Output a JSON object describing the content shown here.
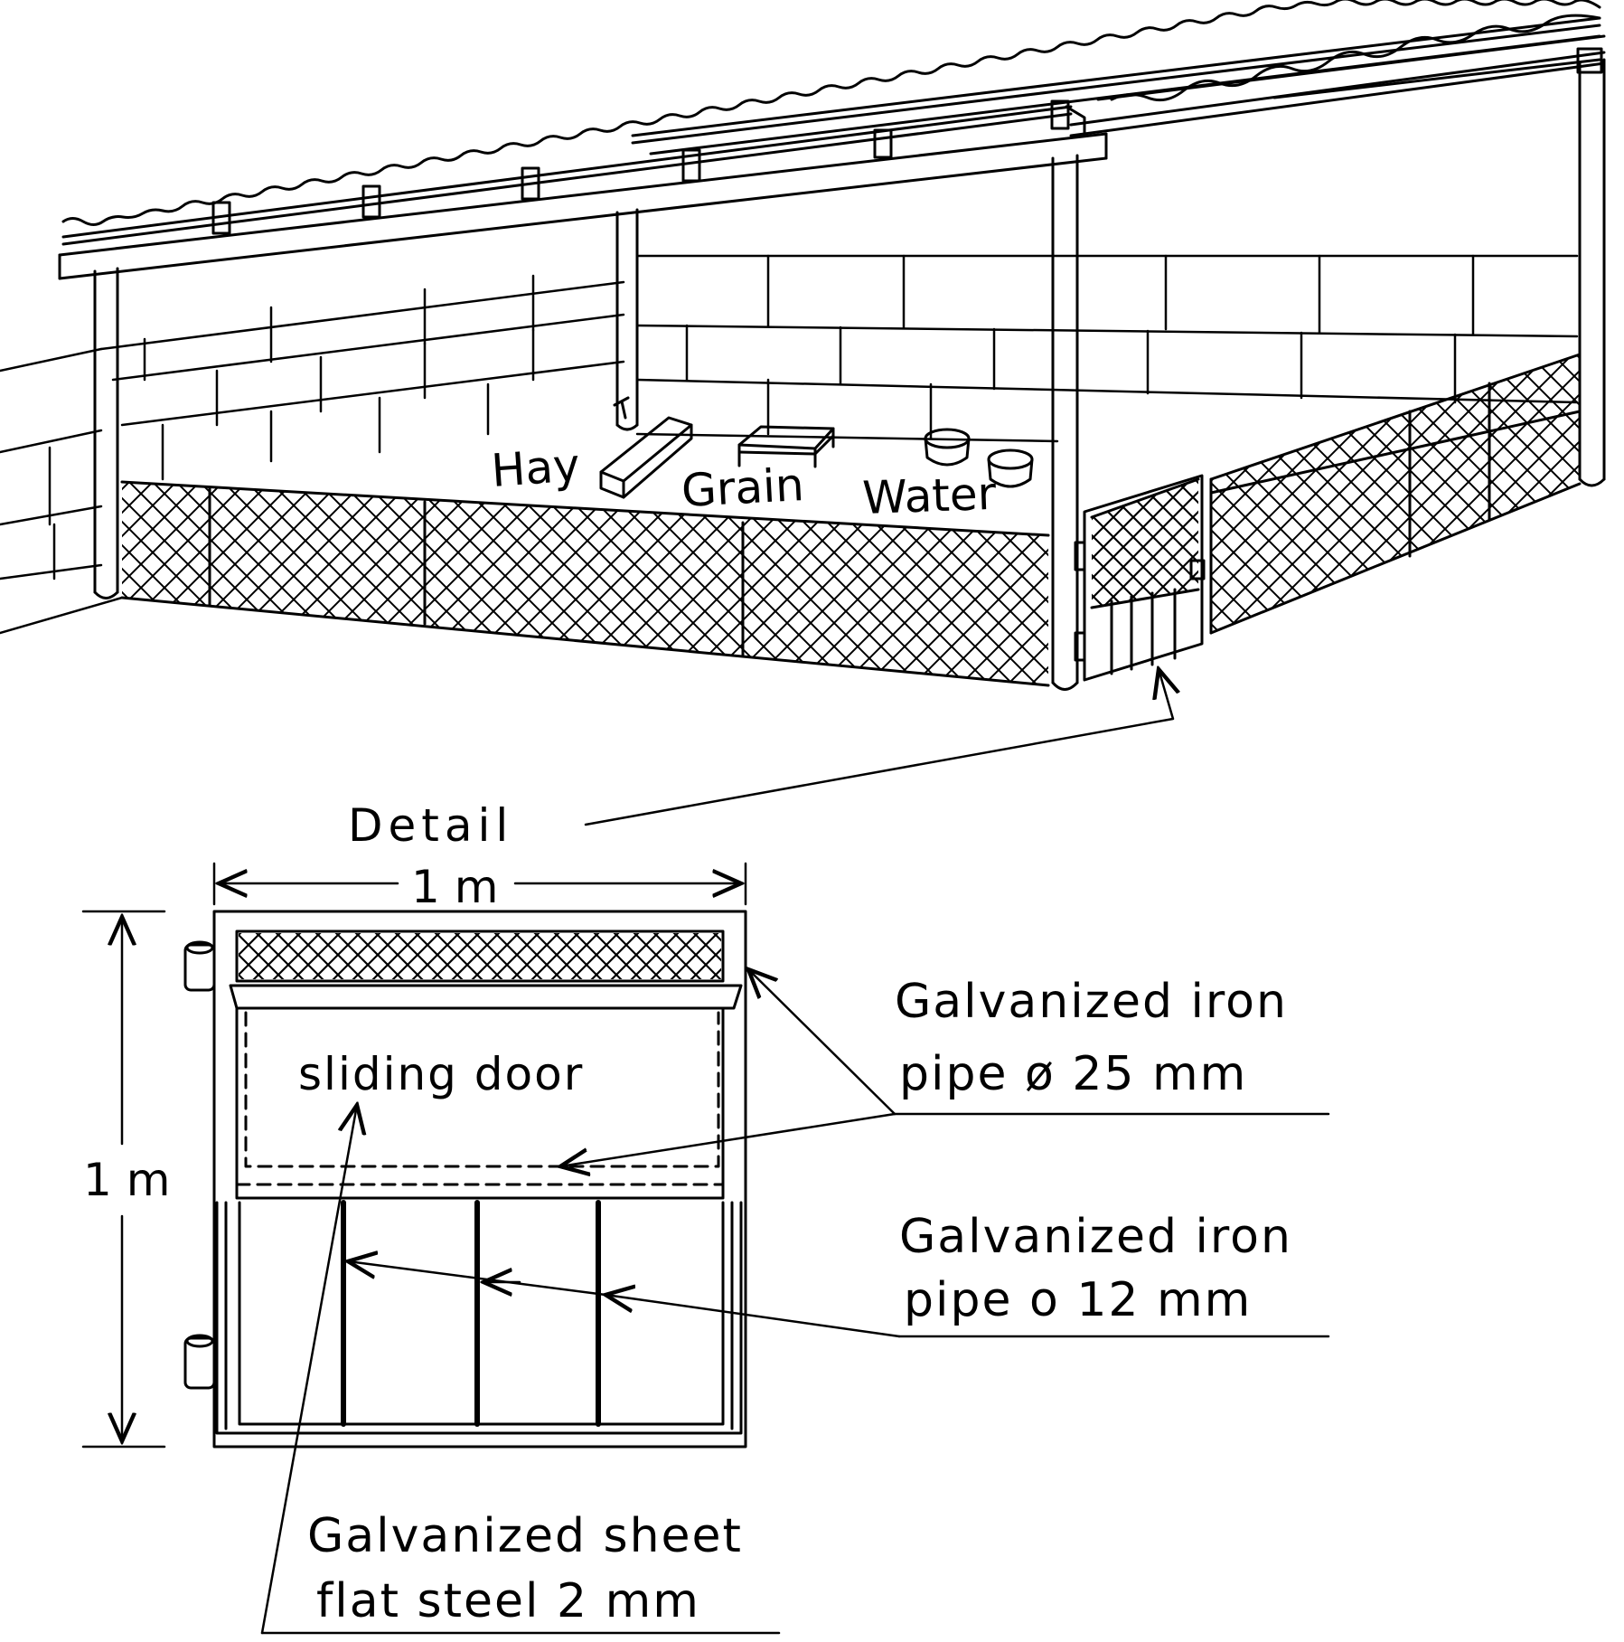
{
  "labels": {
    "hay": "Hay",
    "grain": "Grain",
    "water": "Water",
    "detail": "Detail",
    "width": "1 m",
    "height": "1 m",
    "sliding_door": "sliding door",
    "pipe25_line1": "Galvanized iron",
    "pipe25_line2": "pipe ø 25 mm",
    "pipe12_line1": "Galvanized iron",
    "pipe12_line2": "pipe o 12 mm",
    "sheet_line1": "Galvanized sheet",
    "sheet_line2": "flat steel 2 mm"
  }
}
